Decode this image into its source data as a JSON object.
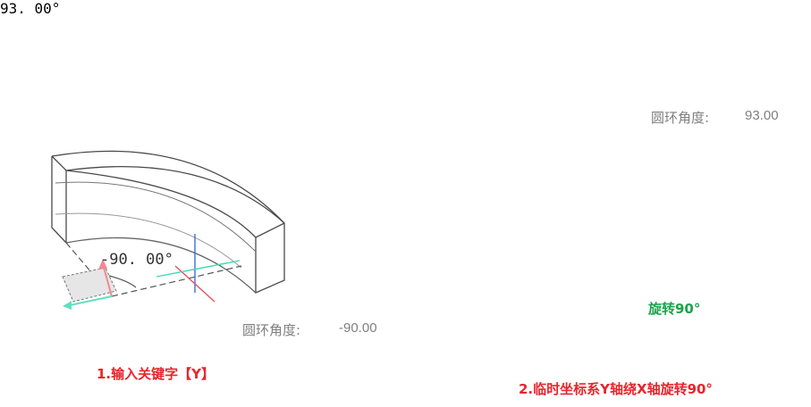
{
  "panel_left": {
    "angle_dimension": "-90. 00°",
    "readout": {
      "label": "圆环角度:",
      "value": "-90.00"
    },
    "caption": "1.输入关键字【Y】"
  },
  "panel_right": {
    "angle_dimension": "93. 00°",
    "readout": {
      "label": "圆环角度:",
      "value": "93.00"
    },
    "rotation_label": "旋转90°",
    "caption": "2.临时坐标系Y轴绕X轴旋转90°"
  },
  "colors": {
    "caption": "#e8242c",
    "rotation": "#1aa34a",
    "axis_x": "#e8505a",
    "axis_y": "#3a6fd8",
    "axis_z": "#3fd6b0",
    "readout": "#7f7f7f"
  }
}
